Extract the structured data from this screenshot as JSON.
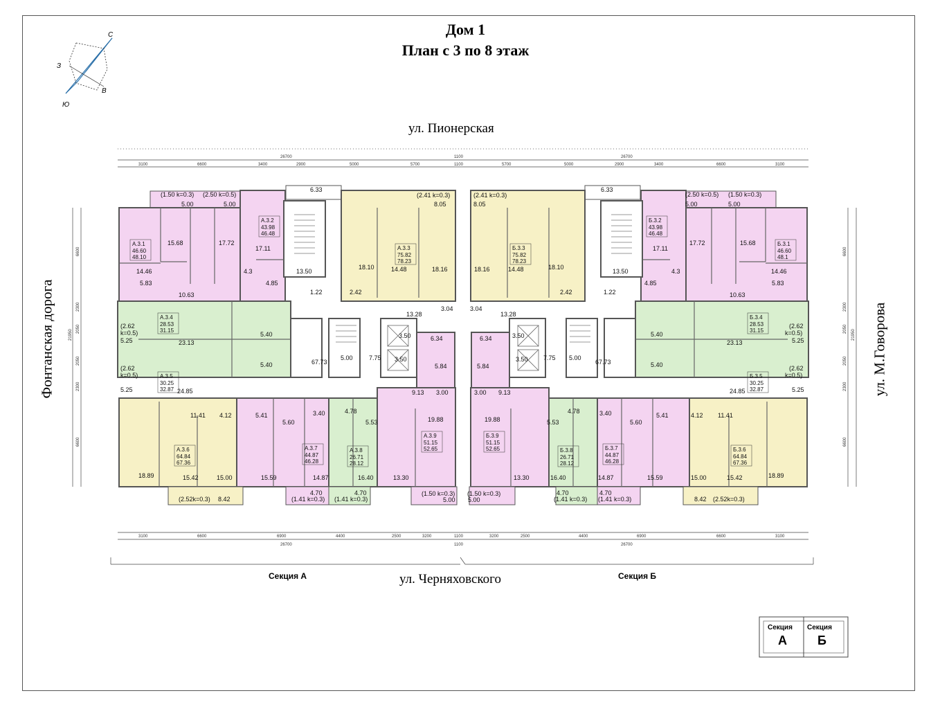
{
  "title": {
    "line1": "Дом 1",
    "line2": "План с 3 по 8 этаж"
  },
  "compass": {
    "n": "С",
    "w": "З",
    "e": "В",
    "s": "Ю"
  },
  "streets": {
    "top": "ул. Пионерская",
    "bottom": "ул. Черняховского",
    "left": "Фонтанская дорога",
    "right": "ул. М.Говорова"
  },
  "sections": {
    "a": "Секция А",
    "b": "Секция Б"
  },
  "key": {
    "a_label": "Секция",
    "a_letter": "А",
    "b_label": "Секция",
    "b_letter": "Б"
  },
  "dimensions": {
    "top_a": [
      "3100",
      "6600",
      "3400",
      "2900",
      "5000",
      "5700"
    ],
    "top_b": [
      "5700",
      "5000",
      "2900",
      "3400",
      "6600",
      "3100"
    ],
    "bottom_a": [
      "3100",
      "6600",
      "6900",
      "4400",
      "2500",
      "3200"
    ],
    "bottom_b": [
      "3200",
      "2500",
      "4400",
      "6900",
      "6600",
      "3100"
    ],
    "total": "26700",
    "gap": "1100",
    "left": [
      "6600",
      "2300",
      "2050",
      "2050",
      "2300",
      "6600"
    ],
    "left_total": "21950"
  },
  "colors": {
    "pink": "#f4d4f1",
    "yellow": "#f7f1c6",
    "green": "#d9efcf",
    "wall": "#555555"
  },
  "apartments_a": [
    {
      "code": "А.3.1",
      "area1": "46.60",
      "area2": "48.10"
    },
    {
      "code": "А.3.2",
      "area1": "43.98",
      "area2": "46.48"
    },
    {
      "code": "А.3.3",
      "area1": "75.82",
      "area2": "78.23"
    },
    {
      "code": "А.3.4",
      "area1": "28.53",
      "area2": "31.15"
    },
    {
      "code": "А.3.5",
      "area1": "30.25",
      "area2": "32.87"
    },
    {
      "code": "А.3.6",
      "area1": "64.84",
      "area2": "67.36"
    },
    {
      "code": "А.3.7",
      "area1": "44.87",
      "area2": "46.28"
    },
    {
      "code": "А.3.8",
      "area1": "26.71",
      "area2": "28.12"
    },
    {
      "code": "А.3.9",
      "area1": "51.15",
      "area2": "52.65"
    }
  ],
  "apartments_b": [
    {
      "code": "Б.3.1",
      "area1": "46.60",
      "area2": "48.1"
    },
    {
      "code": "Б.3.2",
      "area1": "43.98",
      "area2": "46.48"
    },
    {
      "code": "Б.3.3",
      "area1": "75.82",
      "area2": "78.23"
    },
    {
      "code": "Б.3.4",
      "area1": "28.53",
      "area2": "31.15"
    },
    {
      "code": "Б.3.5",
      "area1": "30.25",
      "area2": "32.87"
    },
    {
      "code": "Б.3.6",
      "area1": "64.84",
      "area2": "67.36"
    },
    {
      "code": "Б.3.7",
      "area1": "44.87",
      "area2": "46.28"
    },
    {
      "code": "Б.3.8",
      "area1": "26.71",
      "area2": "28.12"
    },
    {
      "code": "Б.3.9",
      "area1": "51.15",
      "area2": "52.65"
    }
  ],
  "rooms_a": {
    "balc_top1": "(1.50 k=0.3)",
    "balc_top1_area": "5.00",
    "balc_top2": "(2.50 k=0.5)",
    "balc_top2_area": "5.00",
    "balc_top3": "(2.41 k=0.3)",
    "balc_top3_area": "8.05",
    "stair_balc": "6.33",
    "r15_68": "15.68",
    "r17_72": "17.72",
    "r17_11": "17.11",
    "r4_3": "4.3",
    "r4_85": "4.85",
    "r14_46": "14.46",
    "r5_83": "5.83",
    "r10_63": "10.63",
    "r13_50": "13.50",
    "r1_22": "1.22",
    "r18_10": "18.10",
    "r14_48": "14.48",
    "r18_16": "18.16",
    "r2_42": "2.42",
    "r13_28": "13.28",
    "r3_04": "3.04",
    "b262a": "(2.62",
    "b262a2": "k=0.5)",
    "r5_25a": "5.25",
    "r23_13": "23.13",
    "r5_40a": "5.40",
    "r5_40b": "5.40",
    "b262b": "(2.62",
    "b262b2": "k=0.5)",
    "r5_25b": "5.25",
    "r24_85": "24.85",
    "r67_73": "67.73",
    "r5_00": "5.00",
    "r7_75": "7.75",
    "r3_50a": "3.50",
    "r3_50b": "3.50",
    "r6_34": "6.34",
    "r5_84": "5.84",
    "r11_41": "11.41",
    "r4_12": "4.12",
    "r5_41": "5.41",
    "r5_60": "5.60",
    "r3_40": "3.40",
    "r4_78": "4.78",
    "r5_53": "5.53",
    "r9_13": "9.13",
    "r3_00": "3.00",
    "r19_88": "19.88",
    "r18_89": "18.89",
    "r15_42": "15.42",
    "r15_00": "15.00",
    "r15_59": "15.59",
    "r14_87": "14.87",
    "r16_40": "16.40",
    "r13_30": "13.30",
    "bb1": "(2.52k=0.3)",
    "bb1_area": "8.42",
    "bb2_area": "4.70",
    "bb2": "(1.41 k=0.3)",
    "bb3_area": "4.70",
    "bb3": "(1.41 k=0.3)",
    "bb4": "(1.50 k=0.3)",
    "bb4_area": "5.00"
  },
  "rooms_b": {
    "balc_top1": "(1.50 k=0.3)",
    "balc_top1_area": "5.00",
    "balc_top2": "(2.50 k=0.5)",
    "balc_top2_area": "5.00",
    "balc_top3": "(2.41 k=0.3)",
    "balc_top3_area": "8.05",
    "stair_balc": "6.33",
    "r15_68": "15.68",
    "r17_72": "17.72",
    "r17_11": "17.11",
    "r4_3": "4.3",
    "r4_85": "4.85",
    "r14_46": "14.46",
    "r5_83": "5.83",
    "r10_63": "10.63",
    "r13_50": "13.50",
    "r1_22": "1.22",
    "r18_10": "18.10",
    "r14_48": "14.48",
    "r18_16": "18.16",
    "r2_42": "2.42",
    "r13_28": "13.28",
    "r3_04": "3.04",
    "b262a": "(2.62",
    "b262a2": "k=0.5)",
    "r5_25a": "5.25",
    "r23_13": "23.13",
    "r5_40a": "5.40",
    "r5_40b": "5.40",
    "b262b": "(2.62",
    "b262b2": "k=0.5)",
    "r5_25b": "5.25",
    "r24_85": "24.85",
    "r67_73": "67.73",
    "r5_00": "5.00",
    "r7_75": "7.75",
    "r3_50a": "3.50",
    "r3_50b": "3.50",
    "r6_34": "6.34",
    "r5_84": "5.84",
    "r11_41": "11.41",
    "r4_12": "4.12",
    "r5_41": "5.41",
    "r5_60": "5.60",
    "r3_40": "3.40",
    "r4_78": "4.78",
    "r5_53": "5.53",
    "r9_13": "9.13",
    "r3_00": "3.00",
    "r19_88": "19.88",
    "r18_89": "18.89",
    "r15_42": "15.42",
    "r15_00": "15.00",
    "r15_59": "15.59",
    "r14_87": "14.87",
    "r16_40": "16.40",
    "r13_30": "13.30",
    "bb1": "(2.52k=0.3)",
    "bb1_area": "8.42",
    "bb2_area": "4.70",
    "bb2": "(1.41 k=0.3)",
    "bb3_area": "4.70",
    "bb3": "(1.41 k=0.3)",
    "bb4": "(1.50 k=0.3)",
    "bb4_area": "5.00"
  }
}
